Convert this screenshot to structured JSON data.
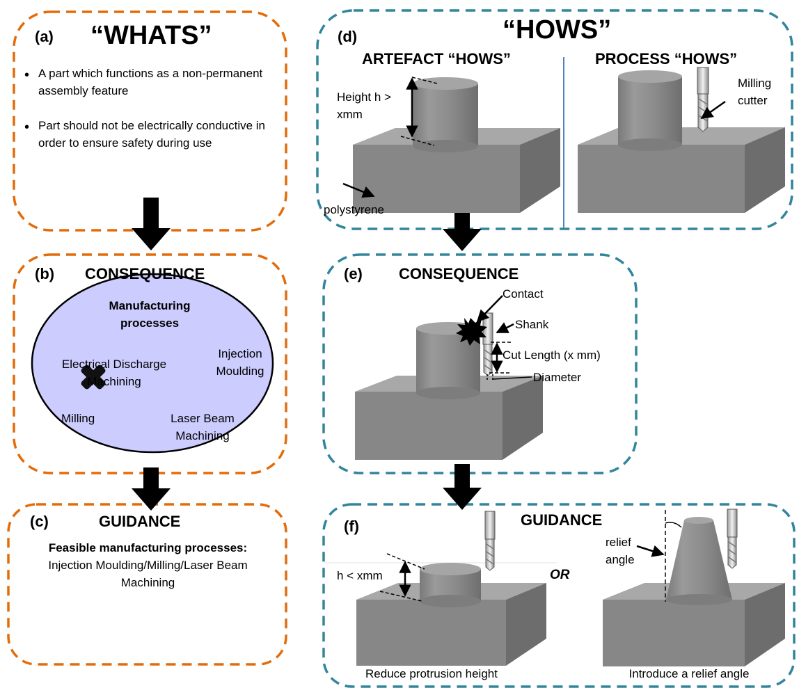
{
  "colors": {
    "orange": "#E36C0A",
    "teal": "#31859C",
    "ellipse_fill": "#CCCCFF",
    "divider": "#4F81BD",
    "solid": "#808080"
  },
  "panel_a": {
    "label": "(a)",
    "title": "“WHATS”",
    "bullets": [
      "A part which functions as a non-permanent assembly feature",
      "Part should not be electrically conductive in order to ensure safety during use"
    ]
  },
  "panel_b": {
    "label": "(b)",
    "title": "CONSEQUENCE",
    "ellipse_title": "Manufacturing processes",
    "processes": {
      "edm": "Electrical Discharge Machining",
      "injection": "Injection Moulding",
      "milling": "Milling",
      "laser": "Laser Beam Machining"
    },
    "cross_icon": "x-mark-icon"
  },
  "panel_c": {
    "label": "(c)",
    "title": "GUIDANCE",
    "subtitle": "Feasible manufacturing processes:",
    "text": "Injection Moulding/Milling/Laser Beam Machining"
  },
  "panel_d": {
    "label": "(d)",
    "title": "“HOWS”",
    "artefact_title": "ARTEFACT “HOWS”",
    "process_title": "PROCESS “HOWS”",
    "height_label": "Height h > xmm",
    "material_label": "polystyrene",
    "tool_label": "Milling cutter"
  },
  "panel_e": {
    "label": "(e)",
    "title": "CONSEQUENCE",
    "contact": "Contact",
    "shank": "Shank",
    "cut_length": "Cut Length (x mm)",
    "diameter": "Diameter"
  },
  "panel_f": {
    "label": "(f)",
    "title": "GUIDANCE",
    "height_label": "h < xmm",
    "or": "OR",
    "relief_label": "relief angle",
    "caption_left": "Reduce protrusion height",
    "caption_right": "Introduce a relief angle"
  }
}
